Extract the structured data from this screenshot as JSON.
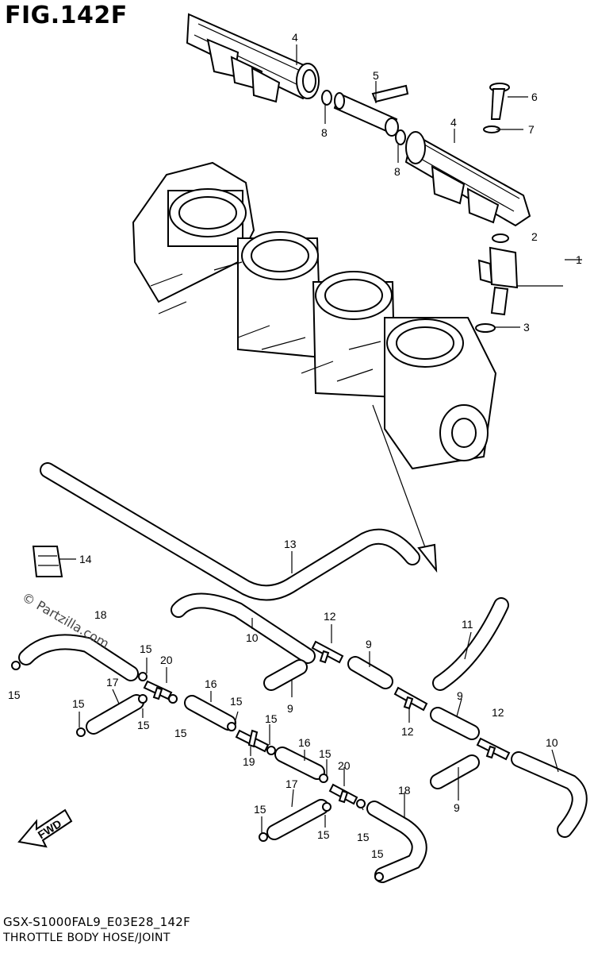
{
  "header": {
    "figure_title": "FIG.142F"
  },
  "footer": {
    "model_code": "GSX-S1000FAL9_E03E28_142F",
    "section_title": "THROTTLE BODY HOSE/JOINT"
  },
  "watermark": {
    "text": "© Partzilla.com"
  },
  "fwd_badge": {
    "text": "FWD"
  },
  "callouts": [
    {
      "id": "c4a",
      "text": "4"
    },
    {
      "id": "c5",
      "text": "5"
    },
    {
      "id": "c6",
      "text": "6"
    },
    {
      "id": "c8a",
      "text": "8"
    },
    {
      "id": "c4b",
      "text": "4"
    },
    {
      "id": "c7",
      "text": "7"
    },
    {
      "id": "c8b",
      "text": "8"
    },
    {
      "id": "c2",
      "text": "2"
    },
    {
      "id": "c1",
      "text": "1"
    },
    {
      "id": "c3",
      "text": "3"
    },
    {
      "id": "c14",
      "text": "14"
    },
    {
      "id": "c13",
      "text": "13"
    },
    {
      "id": "c18a",
      "text": "18"
    },
    {
      "id": "c10a",
      "text": "10"
    },
    {
      "id": "c12a",
      "text": "12"
    },
    {
      "id": "c11",
      "text": "11"
    },
    {
      "id": "c9a",
      "text": "9"
    },
    {
      "id": "c15a",
      "text": "15"
    },
    {
      "id": "c20a",
      "text": "20"
    },
    {
      "id": "c15b",
      "text": "15"
    },
    {
      "id": "c17a",
      "text": "17"
    },
    {
      "id": "c16a",
      "text": "16"
    },
    {
      "id": "c15c",
      "text": "15"
    },
    {
      "id": "c9b",
      "text": "9"
    },
    {
      "id": "c9c",
      "text": "9"
    },
    {
      "id": "c12b",
      "text": "12"
    },
    {
      "id": "c15d",
      "text": "15"
    },
    {
      "id": "c15e",
      "text": "15"
    },
    {
      "id": "c15f",
      "text": "15"
    },
    {
      "id": "c12c",
      "text": "12"
    },
    {
      "id": "c15g",
      "text": "15"
    },
    {
      "id": "c16b",
      "text": "16"
    },
    {
      "id": "c10b",
      "text": "10"
    },
    {
      "id": "c19",
      "text": "19"
    },
    {
      "id": "c15h",
      "text": "15"
    },
    {
      "id": "c20b",
      "text": "20"
    },
    {
      "id": "c9d",
      "text": "9"
    },
    {
      "id": "c17b",
      "text": "17"
    },
    {
      "id": "c18b",
      "text": "18"
    },
    {
      "id": "c15i",
      "text": "15"
    },
    {
      "id": "c15j",
      "text": "15"
    },
    {
      "id": "c15k",
      "text": "15"
    },
    {
      "id": "c15l",
      "text": "15"
    }
  ]
}
